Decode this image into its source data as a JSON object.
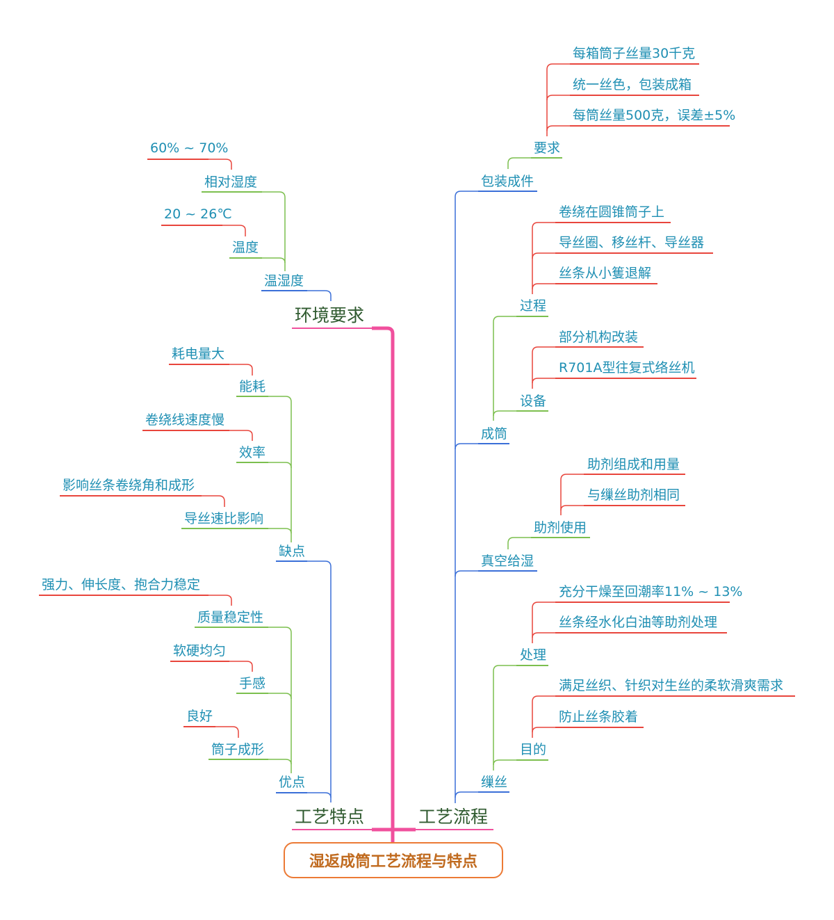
{
  "root": "湿返成筒工艺流程与特点",
  "colors": {
    "pink": "#f0509d",
    "blue": "#3a6fd8",
    "green": "#7cbf4e",
    "red": "#e8453c",
    "text": "#1f8fb3",
    "root_border": "#ec7a35"
  },
  "branches": {
    "env": {
      "label": "环境要求",
      "wsd": {
        "label": "温湿度",
        "rh": {
          "label": "相对湿度",
          "value": "60% ~ 70%"
        },
        "temp": {
          "label": "温度",
          "value": "20 ~ 26℃"
        }
      }
    },
    "feat": {
      "label": "工艺特点",
      "cons": {
        "label": "缺点",
        "energy": {
          "label": "能耗",
          "value": "耗电量大"
        },
        "eff": {
          "label": "效率",
          "value": "卷绕线速度慢"
        },
        "ratio": {
          "label": "导丝速比影响",
          "value": "影响丝条卷绕角和成形"
        }
      },
      "pros": {
        "label": "优点",
        "quality": {
          "label": "质量稳定性",
          "value": "强力、伸长度、抱合力稳定"
        },
        "feel": {
          "label": "手感",
          "value": "软硬均匀"
        },
        "shape": {
          "label": "筒子成形",
          "value": "良好"
        }
      }
    },
    "proc": {
      "label": "工艺流程",
      "pack": {
        "label": "包装成件",
        "req": {
          "label": "要求",
          "items": [
            "每箱筒子丝量30千克",
            "统一丝色，包装成箱",
            "每筒丝量500克，误差±5%"
          ]
        }
      },
      "tube": {
        "label": "成筒",
        "process": {
          "label": "过程",
          "items": [
            "卷绕在圆锥筒子上",
            "导丝圈、移丝杆、导丝器",
            "丝条从小篗退解"
          ]
        },
        "equip": {
          "label": "设备",
          "items": [
            "部分机构改装",
            "R701A型往复式络丝机"
          ]
        }
      },
      "vac": {
        "label": "真空给湿",
        "agent": {
          "label": "助剂使用",
          "items": [
            "助剂组成和用量",
            "与缫丝助剂相同"
          ]
        }
      },
      "reel": {
        "label": "缫丝",
        "treat": {
          "label": "处理",
          "items": [
            "充分干燥至回潮率11% ~ 13%",
            "丝条经水化白油等助剂处理"
          ]
        },
        "purpose": {
          "label": "目的",
          "items": [
            "满足丝织、针织对生丝的柔软滑爽需求",
            "防止丝条胶着"
          ]
        }
      }
    }
  }
}
